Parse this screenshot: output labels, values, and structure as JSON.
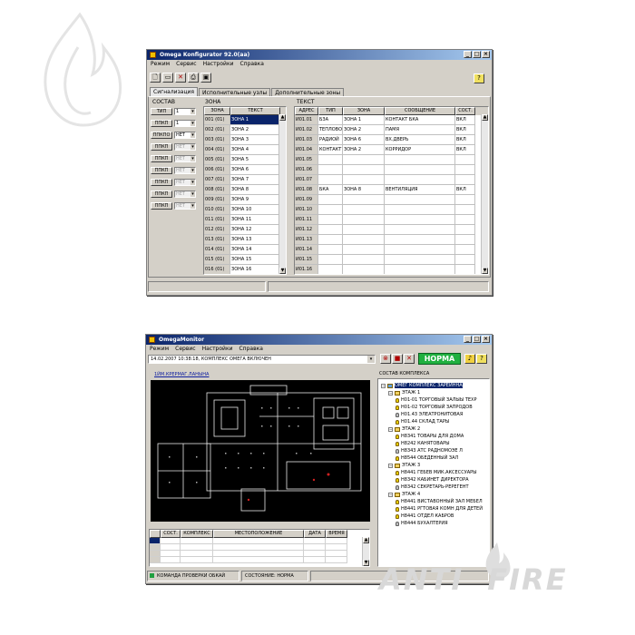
{
  "window1": {
    "title": "Omega Konfigurator 92.0(aa)",
    "menu": [
      "Режим",
      "Сервис",
      "Настройки",
      "Справка"
    ],
    "toolbar_icons": [
      "new-doc-icon",
      "open-doc-icon",
      "delete-icon",
      "print-icon",
      "save-icon"
    ],
    "help_label": "?",
    "tabs": [
      "Сигнализация",
      "Исполнительные узлы",
      "Дополнительные зоны"
    ],
    "sostav_label": "СОСТАВ",
    "zona_label": "ЗОНА",
    "tekst_label": "ТЕКСТ",
    "devices": [
      {
        "name": "ТИП",
        "value": "1",
        "disabled": false
      },
      {
        "name": "ППКП",
        "value": "1",
        "disabled": false
      },
      {
        "name": "ППКПО",
        "value": "НЕТ",
        "disabled": false
      },
      {
        "name": "ППКП",
        "value": "НЕТ",
        "disabled": true
      },
      {
        "name": "ППКП",
        "value": "НЕТ",
        "disabled": true
      },
      {
        "name": "ППКП",
        "value": "НЕТ",
        "disabled": true
      },
      {
        "name": "ППКП",
        "value": "НЕТ",
        "disabled": true
      },
      {
        "name": "ППКП",
        "value": "НЕТ",
        "disabled": true
      },
      {
        "name": "ППКП",
        "value": "НЕТ",
        "disabled": true
      }
    ],
    "zones_header": [
      "ЗОНА",
      "ТЕКСТ"
    ],
    "zones": [
      [
        "001 (01)",
        "ЗОНА 1"
      ],
      [
        "002 (01)",
        "ЗОНА 2"
      ],
      [
        "003 (01)",
        "ЗОНА 3"
      ],
      [
        "004 (01)",
        "ЗОНА 4"
      ],
      [
        "005 (01)",
        "ЗОНА 5"
      ],
      [
        "006 (01)",
        "ЗОНА 6"
      ],
      [
        "007 (01)",
        "ЗОНА 7"
      ],
      [
        "008 (01)",
        "ЗОНА 8"
      ],
      [
        "009 (01)",
        "ЗОНА 9"
      ],
      [
        "010 (01)",
        "ЗОНА 10"
      ],
      [
        "011 (01)",
        "ЗОНА 11"
      ],
      [
        "012 (01)",
        "ЗОНА 12"
      ],
      [
        "013 (01)",
        "ЗОНА 13"
      ],
      [
        "014 (01)",
        "ЗОНА 14"
      ],
      [
        "015 (01)",
        "ЗОНА 15"
      ],
      [
        "016 (01)",
        "ЗОНА 16"
      ]
    ],
    "addr_header": [
      "АДРЕС",
      "ТИП",
      "ЗОНА",
      "СООБЩЕНИЕ",
      "СОСТ."
    ],
    "addr_rows": [
      [
        "И01.01",
        "БЗА",
        "ЗОНА 1",
        "КОНТАКТ БКА",
        "ВКЛ"
      ],
      [
        "И01.02",
        "ТЕПЛОВОЙ",
        "ЗОНА 2",
        "ПАМЯ",
        "ВКЛ"
      ],
      [
        "И01.03",
        "РАДИОЙ",
        "ЗОНА 6",
        "ВХ.ДВЕРЬ",
        "ВКЛ"
      ],
      [
        "И01.04",
        "КОНТАКТ",
        "ЗОНА 2",
        "КОРРИДОР",
        "ВКЛ"
      ],
      [
        "И01.05",
        "",
        "",
        "",
        ""
      ],
      [
        "И01.06",
        "",
        "",
        "",
        ""
      ],
      [
        "И01.07",
        "",
        "",
        "",
        ""
      ],
      [
        "И01.08",
        "БКА",
        "ЗОНА 8",
        "ВЕНТИЛЯЦИЯ",
        "ВКЛ"
      ],
      [
        "И01.09",
        "",
        "",
        "",
        ""
      ],
      [
        "И01.10",
        "",
        "",
        "",
        ""
      ],
      [
        "И01.11",
        "",
        "",
        "",
        ""
      ],
      [
        "И01.12",
        "",
        "",
        "",
        ""
      ],
      [
        "И01.13",
        "",
        "",
        "",
        ""
      ],
      [
        "И01.14",
        "",
        "",
        "",
        ""
      ],
      [
        "И01.15",
        "",
        "",
        "",
        ""
      ],
      [
        "И01.16",
        "",
        "",
        "",
        ""
      ]
    ]
  },
  "window2": {
    "title": "OmegaMonitor",
    "menu": [
      "Режим",
      "Сервис",
      "Настройки",
      "Справка"
    ],
    "status_line": "14.02.2007 10:38:18, КОМПЛЕКС ОМЕГА ВКЛЮЧЕН",
    "norma_label": "НОРМА",
    "plan_link": "1ЙМ.КРЕРМАГ.ЛАНЫНА",
    "sostav_label": "СОСТАВ КОМПЛЕКСА",
    "tree": [
      {
        "level": 0,
        "text": "ОМЕГ КОМПЛЕКС ЗАРЕЙННА",
        "kind": "root",
        "selected": true
      },
      {
        "level": 1,
        "text": "ЭТАЖ 1",
        "kind": "folder"
      },
      {
        "level": 2,
        "text": "Н01-01 ТОРГОВЫЙ ЗАЛЫЫ ТЕХР",
        "kind": "bulb"
      },
      {
        "level": 2,
        "text": "Н01-02 ТОРГОВЫЙ ЗАПРОДОВ",
        "kind": "bulb"
      },
      {
        "level": 2,
        "text": "Н01.43 ЭЛЕАТРОНИТОВАЯ",
        "kind": "bulb"
      },
      {
        "level": 2,
        "text": "Н01.44 СКЛАД ТАРЫ",
        "kind": "bulb"
      },
      {
        "level": 1,
        "text": "ЭТАЖ 2",
        "kind": "folder"
      },
      {
        "level": 2,
        "text": "Н8341 ТОВАРЫ ДЛЯ ДОМА",
        "kind": "bulb"
      },
      {
        "level": 2,
        "text": "Н8242 КАНЯТОВАРЫ",
        "kind": "bulb"
      },
      {
        "level": 2,
        "text": "Н8343 АТС РАДНОМОЭЕ Л",
        "kind": "bulb"
      },
      {
        "level": 2,
        "text": "Н8544 ОБЕДЕННЫЙ ЗАЛ",
        "kind": "bulb"
      },
      {
        "level": 1,
        "text": "ЭТАЖ 3",
        "kind": "folder"
      },
      {
        "level": 2,
        "text": "Н8441 ГЕБЕВ МИК.АКСЕССУАРЫ",
        "kind": "bulb"
      },
      {
        "level": 2,
        "text": "Н8342 КАБИНЕТ ДИРЕКТОРА",
        "kind": "bulb"
      },
      {
        "level": 2,
        "text": "Н8342 СЕКРЕТАРЬ-РЕРЕГЕНТ",
        "kind": "bulb"
      },
      {
        "level": 1,
        "text": "ЭТАЖ 4",
        "kind": "folder"
      },
      {
        "level": 2,
        "text": "Н8441 ВИСТАВОННЫЙ ЗАЛ МЕБЕЛ",
        "kind": "bulb"
      },
      {
        "level": 2,
        "text": "Н8441 РГТОВАЯ КОМН ДЛЯ ДЕТЕЙ",
        "kind": "bulb"
      },
      {
        "level": 2,
        "text": "Н8441 ОТДЕЛ КАБРОВ",
        "kind": "bulb"
      },
      {
        "level": 2,
        "text": "Н8444 БУХАЛТЕРИЯ",
        "kind": "bulb"
      }
    ],
    "events_header": [
      "",
      "СОСТ.",
      "КОМПЛЕКС",
      "МЕСТОПОЛОЖЕНИЕ",
      "ДАТА",
      "ВРЕМЯ"
    ],
    "status_items": [
      "КОМАНДА ПРОВЕРКИ ОБКАЙ",
      "СОСТОЯНИЕ: НОРМА"
    ]
  },
  "watermark": {
    "anti": "ANTI",
    "fire": "FIRE"
  },
  "colors": {
    "window_face": "#d4d0c8",
    "title_start": "#0a246a",
    "norma_green": "#20b040",
    "plan_bg": "#000000",
    "watermark_grey": "#d8d8d8"
  }
}
